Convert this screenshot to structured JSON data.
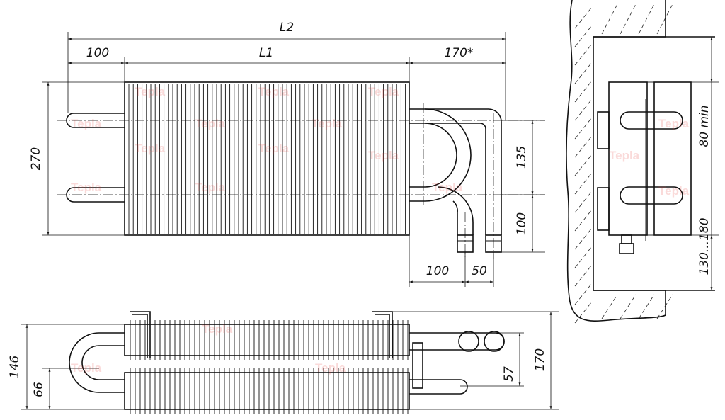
{
  "dimensions": {
    "overall_length": "L2",
    "core_length": "L1",
    "left_offset": "100",
    "right_offset": "170*",
    "height": "270",
    "vertical_pitch": "135",
    "pipe_drop": "100",
    "bottom_offset_1": "100",
    "bottom_offset_2": "50",
    "top_view_total": "146",
    "top_view_inner": "66",
    "top_view_pipe": "57",
    "top_view_depth": "170",
    "wall_min": "80 min",
    "wall_floor": "130...180"
  },
  "watermark": "Tepla",
  "colors": {
    "line": "#111111",
    "watermark": "#e53935"
  }
}
